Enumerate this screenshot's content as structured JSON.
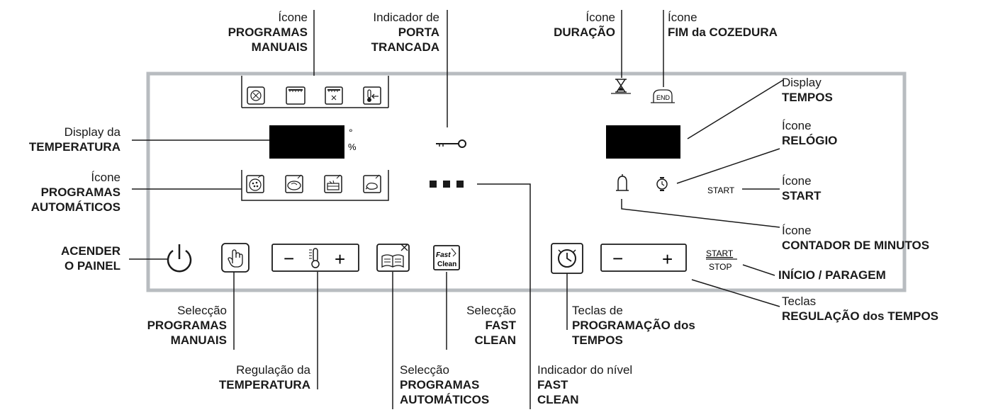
{
  "labels": {
    "manual_icon": {
      "line1": "Ícone",
      "line2": "PROGRAMAS",
      "line3": "MANUAIS"
    },
    "door_lock": {
      "line1": "Indicador de",
      "line2": "PORTA",
      "line3": "TRANCADA"
    },
    "duration_icon": {
      "line1": "Ícone",
      "line2": "DURAÇÃO"
    },
    "end_icon": {
      "line1": "Ícone",
      "line2": "FIM da COZEDURA"
    },
    "temp_display": {
      "line1": "Display da",
      "line2": "TEMPERATURA"
    },
    "auto_icon": {
      "line1": "Ícone",
      "line2": "PROGRAMAS",
      "line3": "AUTOMÁTICOS"
    },
    "times_display": {
      "line1": "Display",
      "line2": "TEMPOS"
    },
    "clock_icon": {
      "line1": "Ícone",
      "line2": "RELÓGIO"
    },
    "start_icon": {
      "line1": "Ícone",
      "line2": "START"
    },
    "minute_counter": {
      "line1": "Ícone",
      "line2": "CONTADOR DE MINUTOS"
    },
    "power": {
      "line1": "ACENDER",
      "line2": "O PAINEL"
    },
    "start_stop": {
      "line1": "INÍCIO / PARAGEM"
    },
    "time_keys": {
      "line1": "Teclas",
      "line2": "REGULAÇÃO dos TEMPOS"
    },
    "manual_select": {
      "line1": "Selecção",
      "line2": "PROGRAMAS",
      "line3": "MANUAIS"
    },
    "temp_regulation": {
      "line1": "Regulação da",
      "line2": "TEMPERATURA"
    },
    "auto_select": {
      "line1": "Selecção",
      "line2": "PROGRAMAS",
      "line3": "AUTOMÁTICOS"
    },
    "fast_clean_select": {
      "line1": "Selecção",
      "line2": "FAST",
      "line3": "CLEAN"
    },
    "fast_clean_level": {
      "line1": "Indicador do nível",
      "line2": "FAST",
      "line3": "CLEAN"
    },
    "time_programming": {
      "line1": "Teclas de",
      "line2": "PROGRAMAÇÃO dos",
      "line3": "TEMPOS"
    }
  },
  "panel": {
    "degree_symbol": "°",
    "percent_symbol": "%",
    "start_text": "START",
    "minus": "−",
    "plus": "+",
    "start_key_top": "START",
    "start_key_bottom": "STOP",
    "fast_clean_key_top": "Fast",
    "fast_clean_key_bottom": "Clean",
    "end_text": "END"
  },
  "icons": {
    "manual_programs": [
      "fan-grill-icon",
      "top-heat-icon",
      "top-heat-fan-icon",
      "thermometer-arrow-icon"
    ],
    "auto_programs": [
      "pizza-icon",
      "roast-meat-icon",
      "cake-icon",
      "poultry-icon"
    ]
  },
  "colors": {
    "panel_border": "#b8bcc0",
    "display": "#000000",
    "line": "#1a1a1a"
  }
}
